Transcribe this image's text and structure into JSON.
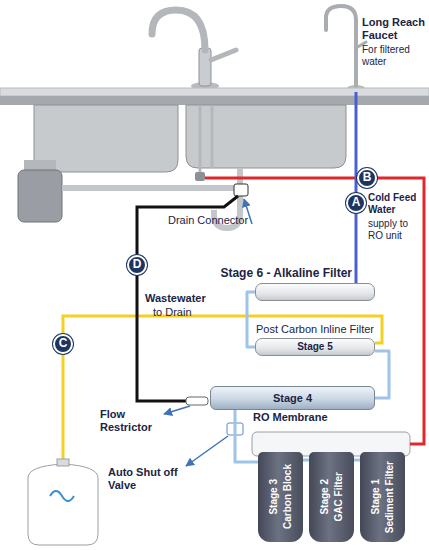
{
  "diagram": {
    "nodes": [
      {
        "text": [
          "B"
        ]
      },
      {
        "text": [
          "A"
        ]
      },
      {
        "text": [
          "D"
        ]
      },
      {
        "text": [
          "Stage 6 - Alkaline Filter"
        ]
      },
      {
        "text": [
          "Post Carbon Inline Filter",
          "Stage 5"
        ]
      },
      {
        "text": [
          "C"
        ]
      },
      {
        "text": [
          "Stage 4",
          "RO Membrane"
        ]
      },
      {
        "text": [
          "Stage 3",
          "Carbon Block"
        ]
      },
      {
        "text": [
          "Stage 2",
          "GAC Filter"
        ]
      },
      {
        "text": [
          "Stage 1",
          "Sediment Filter"
        ]
      }
    ],
    "edges": [
      {
        "from": 9,
        "to": 8,
        "arrow": "none"
      },
      {
        "from": 8,
        "to": 7,
        "arrow": "none"
      },
      {
        "from": 7,
        "to": 6,
        "arrow": "none"
      },
      {
        "from": 6,
        "to": 4,
        "arrow": "none"
      },
      {
        "from": 4,
        "to": 3,
        "arrow": "none"
      }
    ],
    "labels": [
      "Long Reach Faucet",
      "For filtered water",
      "Cold Feed Water",
      "supply to RO unit",
      "Drain Connector",
      "Wastewater",
      "to Drain",
      "Flow Restrictor",
      "Auto Shut off Valve"
    ]
  }
}
